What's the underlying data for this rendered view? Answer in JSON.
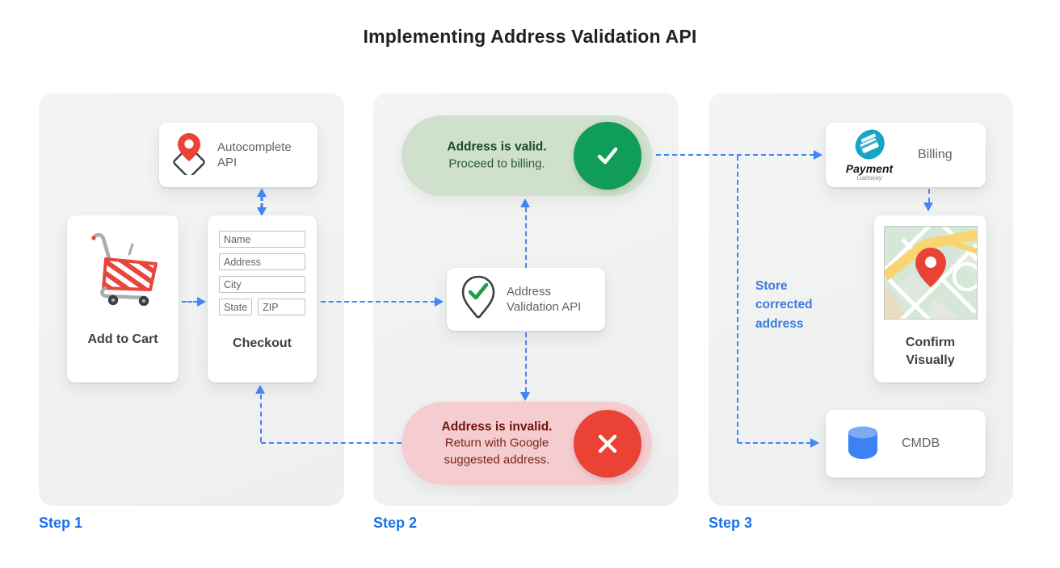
{
  "title": "Implementing Address Validation API",
  "colors": {
    "arrow_blue": "#4285F4",
    "step_label_blue": "#1A73E8",
    "note_blue": "#3D7BE5",
    "valid_green": "#0F9D58",
    "valid_pill_bg": "#CFE0CC",
    "invalid_red": "#EA4335",
    "invalid_pill_bg": "#F5CCD0",
    "panel_bg": "#F0F1F1"
  },
  "steps": {
    "step1": {
      "label": "Step 1",
      "autocomplete_card": {
        "icon": "map-pin-diamond-icon",
        "label": "Autocomplete API"
      },
      "add_to_cart_card": {
        "icon": "shopping-cart-icon",
        "label": "Add to Cart"
      },
      "checkout_card": {
        "label": "Checkout",
        "fields": [
          "Name",
          "Address",
          "City",
          "State",
          "ZIP"
        ]
      }
    },
    "step2": {
      "label": "Step 2",
      "valid_pill": {
        "icon": "check-circle-icon",
        "title": "Address is valid.",
        "subtitle": "Proceed to billing."
      },
      "validation_card": {
        "icon": "pin-check-icon",
        "label": "Address Validation API"
      },
      "invalid_pill": {
        "icon": "x-circle-icon",
        "title": "Address is invalid.",
        "subtitle": "Return with Google suggested address."
      }
    },
    "step3": {
      "label": "Step 3",
      "billing_card": {
        "icon": "payment-gateway-logo",
        "logo_title": "Payment",
        "logo_subtitle": "Gateway",
        "label": "Billing"
      },
      "note": "Store corrected address",
      "confirm_card": {
        "icon": "map-thumbnail",
        "label": "Confirm Visually"
      },
      "cmdb_card": {
        "icon": "database-cylinder-icon",
        "label": "CMDB"
      }
    }
  }
}
